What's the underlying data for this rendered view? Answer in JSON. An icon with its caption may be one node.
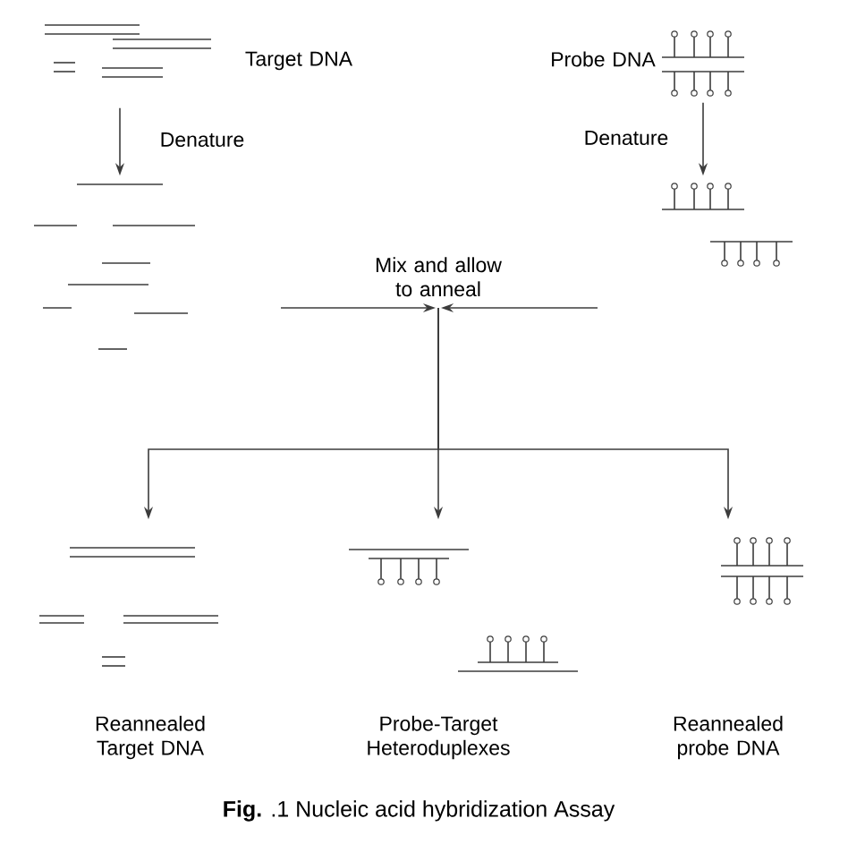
{
  "diagram": {
    "caption": "**Fig.** .1 Nucleic acid hybridization Assay",
    "nodes": [
      {
        "text": [],
        "shape": "picture",
        "beside": [
          "Target DNA"
        ]
      },
      {
        "text": [],
        "shape": "picture"
      },
      {
        "text": [],
        "shape": "picture",
        "beside": [
          "Probe DNA"
        ]
      },
      {
        "text": [],
        "shape": "picture"
      },
      {
        "text": [
          "Mix and allow to anneal"
        ]
      },
      {
        "text": [],
        "shape": "picture",
        "beside": [
          "Reannealed Target DNA"
        ]
      },
      {
        "text": [],
        "shape": "picture",
        "beside": [
          "Probe-Target Heteroduplexes"
        ]
      },
      {
        "text": [],
        "shape": "picture"
      }
    ],
    "labels": [
      "Reannealed probe DNA"
    ],
    "edges": [
      {
        "from": 0,
        "to": 1,
        "arrow": "to",
        "label": "Denature"
      },
      {
        "from": 2,
        "to": 3,
        "arrow": "to",
        "label": "Denature"
      },
      {
        "from": null,
        "to": 4,
        "arrow": "to"
      },
      {
        "from": null,
        "to": 4,
        "arrow": "to"
      },
      {
        "from": 4,
        "to": 5,
        "arrow": "to"
      },
      {
        "from": 4,
        "to": 6,
        "arrow": "to"
      },
      {
        "from": 4,
        "to": 7,
        "arrow": "to"
      }
    ]
  }
}
